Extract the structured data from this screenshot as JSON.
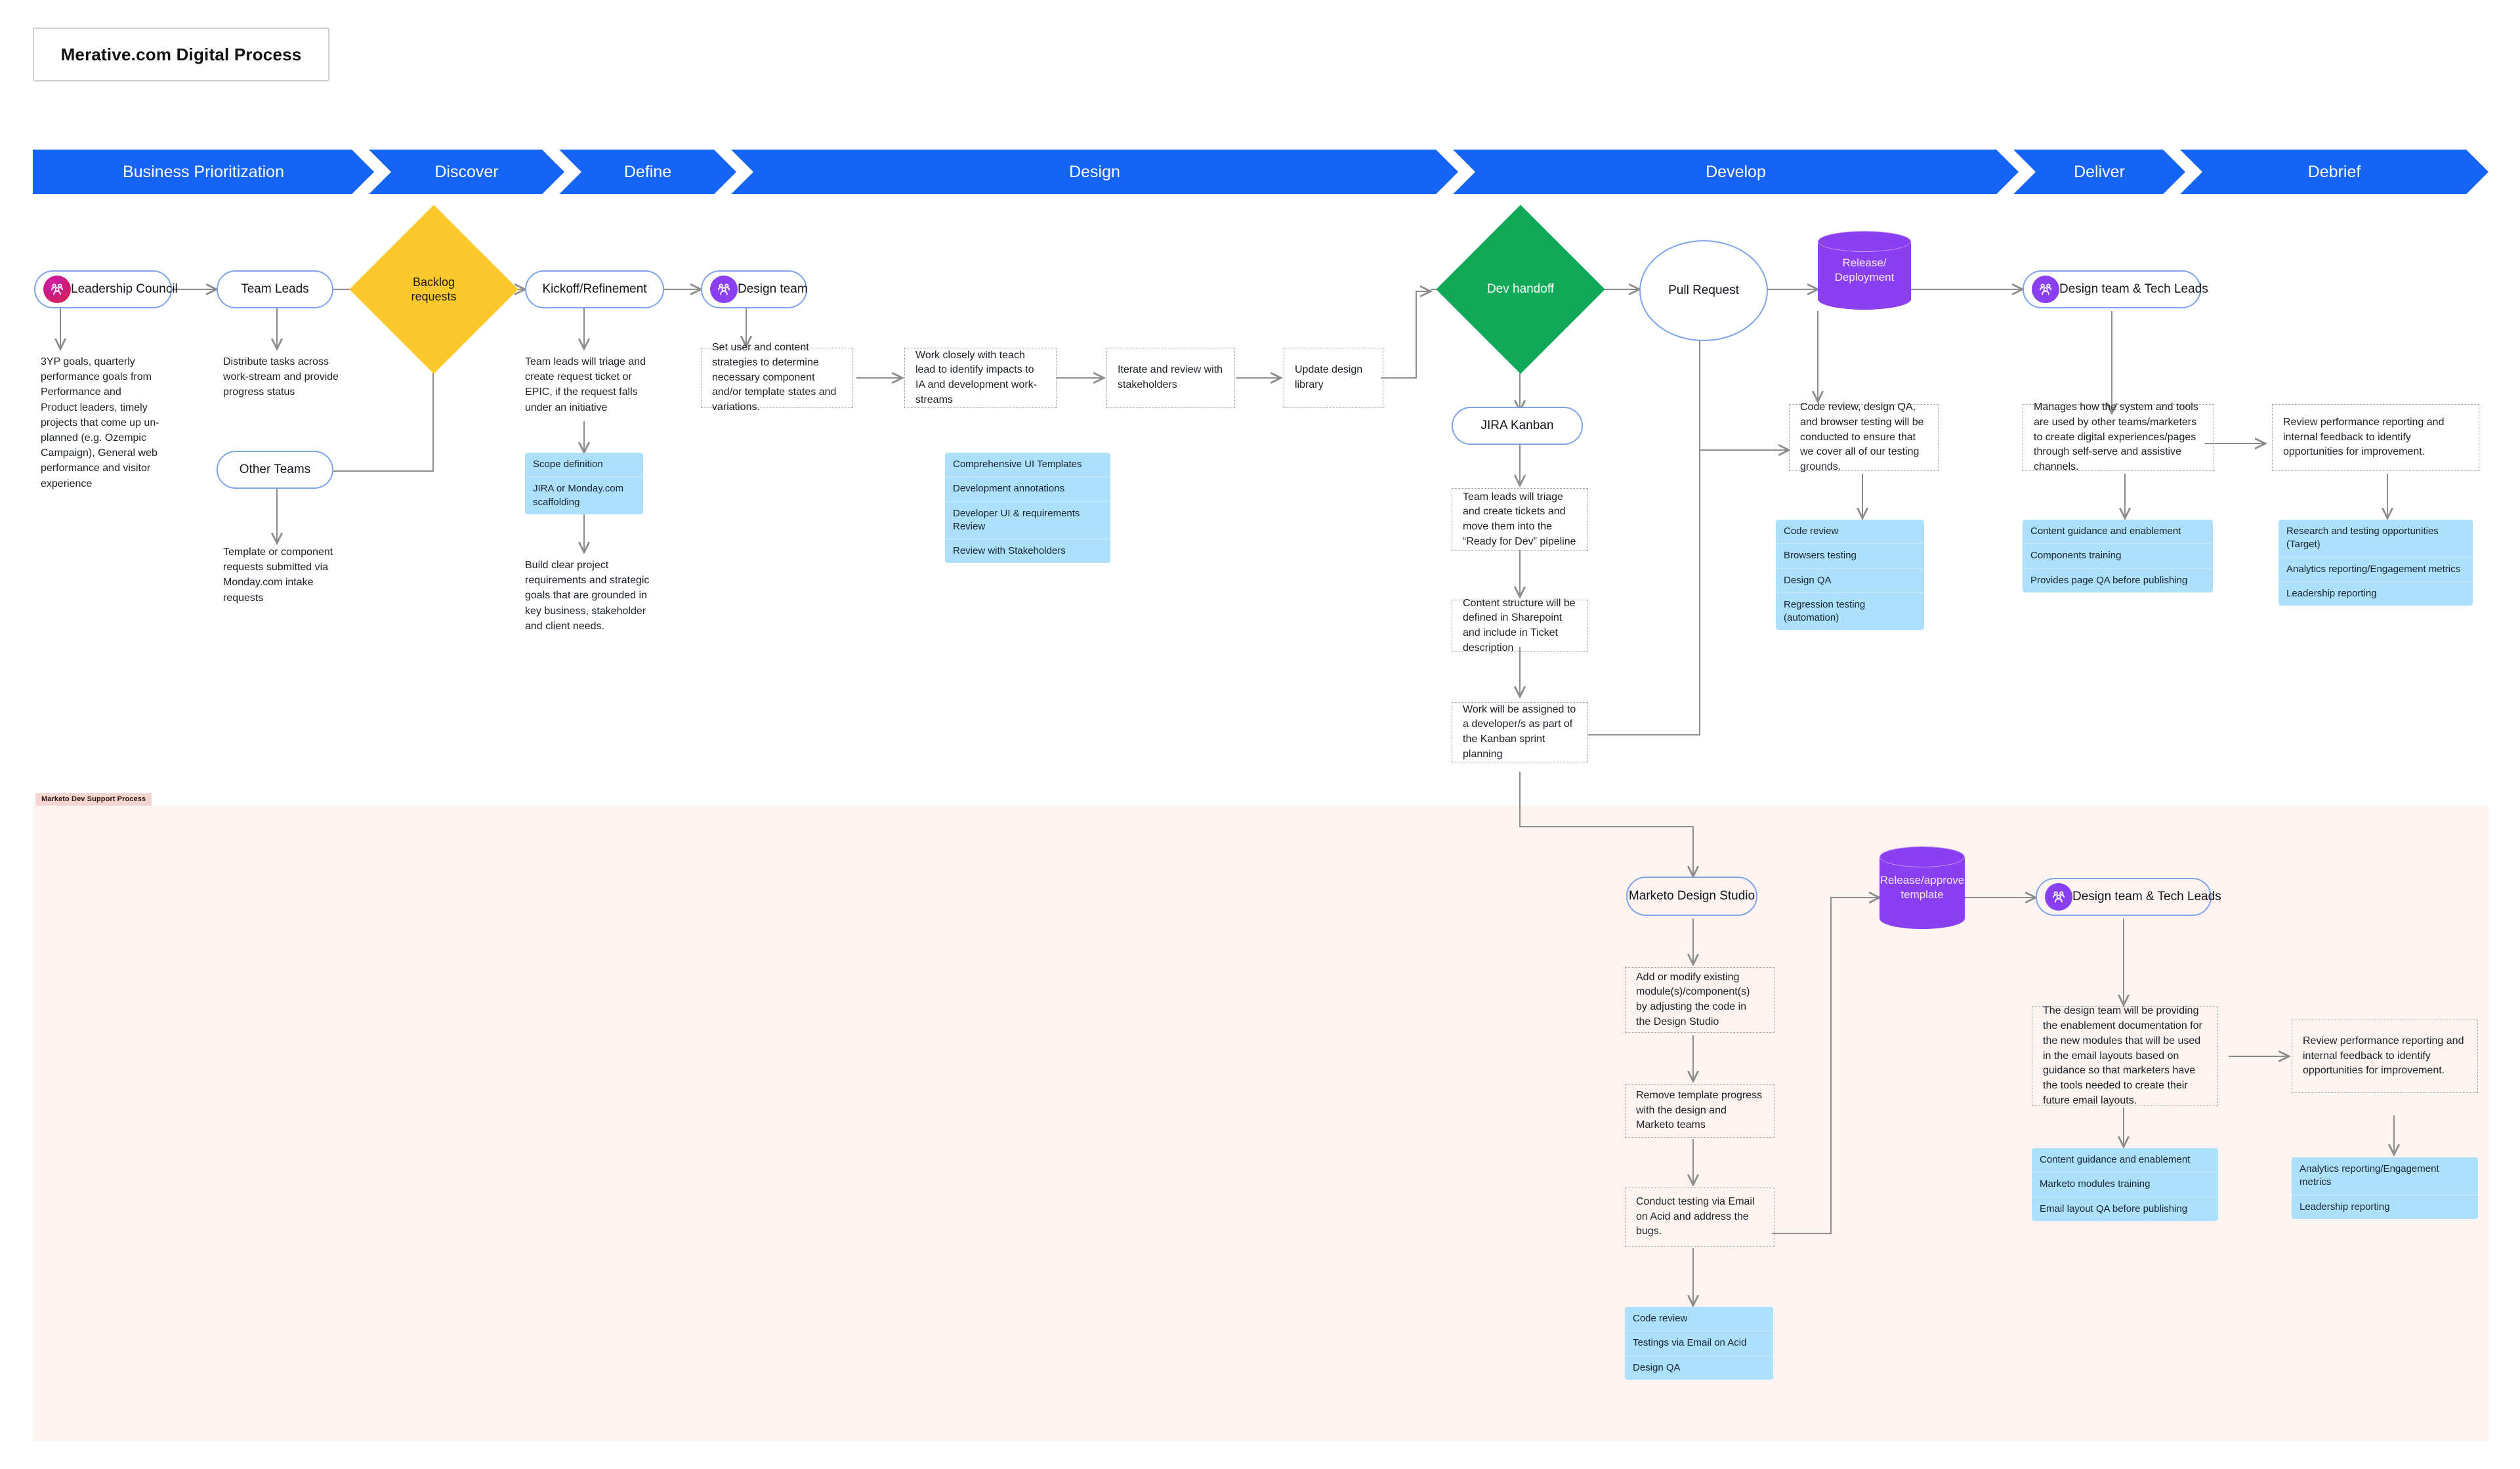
{
  "title_card": {
    "text": "Merative.com Digital Process"
  },
  "lane": {
    "tag": "Marketo Dev Support Process"
  },
  "phases": [
    {
      "label": "Business Prioritization"
    },
    {
      "label": "Discover"
    },
    {
      "label": "Define"
    },
    {
      "label": "Design"
    },
    {
      "label": "Develop"
    },
    {
      "label": "Deliver"
    },
    {
      "label": "Debrief"
    }
  ],
  "nodes": {
    "leadership_council": "Leadership Council",
    "team_leads": "Team Leads",
    "other_teams": "Other Teams",
    "backlog_requests": "Backlog\nrequests",
    "backlog_requests_line1": "Backlog",
    "backlog_requests_line2": "requests",
    "kickoff_refinement": "Kickoff/Refinement",
    "design_team": "Design team",
    "dev_handoff": "Dev handoff",
    "jira_kanban": "JIRA Kanban",
    "pull_request": "Pull Request",
    "release_deployment_l1": "Release/",
    "release_deployment_l2": "Deployment",
    "design_team_tech_leads": "Design team & Tech Leads",
    "marketo_design_studio": "Marketo Design Studio",
    "release_approve_l1": "Release/approve",
    "release_approve_l2": "template",
    "design_team_tech_leads_2": "Design team & Tech Leads"
  },
  "texts": {
    "leadership_council_desc": "3YP goals, quarterly performance goals from Performance and Product leaders, timely projects that come up un-planned (e.g. Ozempic Campaign), General web performance and visitor experience",
    "team_leads_desc": "Distribute tasks across work-stream and provide progress status",
    "other_teams_desc": "Template or component requests submitted via Monday.com intake requests",
    "kickoff_desc": "Team leads will triage and create request ticket or EPIC, if the request falls under an initiative",
    "build_requirements_desc": "Build clear project requirements and strategic goals that are grounded in key business, stakeholder and client needs."
  },
  "notes": {
    "set_user_content": "Set user and content strategies to determine necessary component and/or template states and variations.",
    "work_closely": "Work closely with teach lead to identify impacts to IA and development work-streams",
    "iterate_review": "Iterate and review with stakeholders",
    "update_design_library": "Update design library",
    "triage_tickets": "Team leads will triage and create tickets and move them into the “Ready for Dev” pipeline",
    "content_structure": "Content structure will be defined in Sharepoint and include in Ticket description",
    "work_assigned": "Work will be assigned to a developer/s as part of the Kanban sprint planning",
    "code_review_desc": "Code review, design QA, and browser testing will be conducted to ensure that we cover all of our testing grounds.",
    "manages_system": "Manages how the system and tools are used by other teams/marketers to create digital experiences/pages through self-serve and assistive channels.",
    "review_performance": "Review performance reporting and internal feedback to identify opportunities for improvement.",
    "add_modify": "Add or modify existing module(s)/component(s) by adjusting the code in the Design Studio",
    "remove_template": "Remove template progress with the design and Marketo teams",
    "conduct_testing": "Conduct testing via Email on Acid and address the bugs.",
    "design_team_enablement": "The design team will be providing the enablement documentation for the new modules that will be used in the email layouts based on guidance so that marketers have the tools needed to create their future email layouts.",
    "review_performance_2": "Review performance reporting and internal feedback to identify opportunities for improvement."
  },
  "lists": {
    "scope": [
      "Scope definition",
      "JIRA or Monday.com scaffolding"
    ],
    "design_outputs": [
      "Comprehensive UI Templates",
      "Development annotations",
      "Developer UI & requirements Review",
      "Review with Stakeholders"
    ],
    "qa_outputs": [
      "Code review",
      "Browsers testing",
      "Design QA",
      "Regression testing (automation)"
    ],
    "enablement_outputs": [
      "Content guidance and enablement",
      "Components training",
      "Provides page QA before publishing"
    ],
    "debrief_outputs": [
      "Research and testing opportunities (Target)",
      "Analytics reporting/Engagement metrics",
      "Leadership reporting"
    ],
    "marketo_qa_outputs": [
      "Code review",
      "Testings via Email on Acid",
      "Design QA"
    ],
    "marketo_enablement_outputs": [
      "Content guidance and enablement",
      "Marketo modules training",
      "Email layout QA before publishing"
    ],
    "marketo_debrief_outputs": [
      "Analytics reporting/Engagement metrics",
      "Leadership reporting"
    ]
  },
  "colors": {
    "phase_blue": "#1664f5",
    "node_border": "#7da4e8",
    "diamond_yellow": "#fbc92b",
    "diamond_green": "#0fa958",
    "cylinder_purple": "#8a3ff0",
    "list_blue": "#ade0fb",
    "lane_pink": "#fdf3f0",
    "lane_tag_pink": "#f6d5cf"
  }
}
